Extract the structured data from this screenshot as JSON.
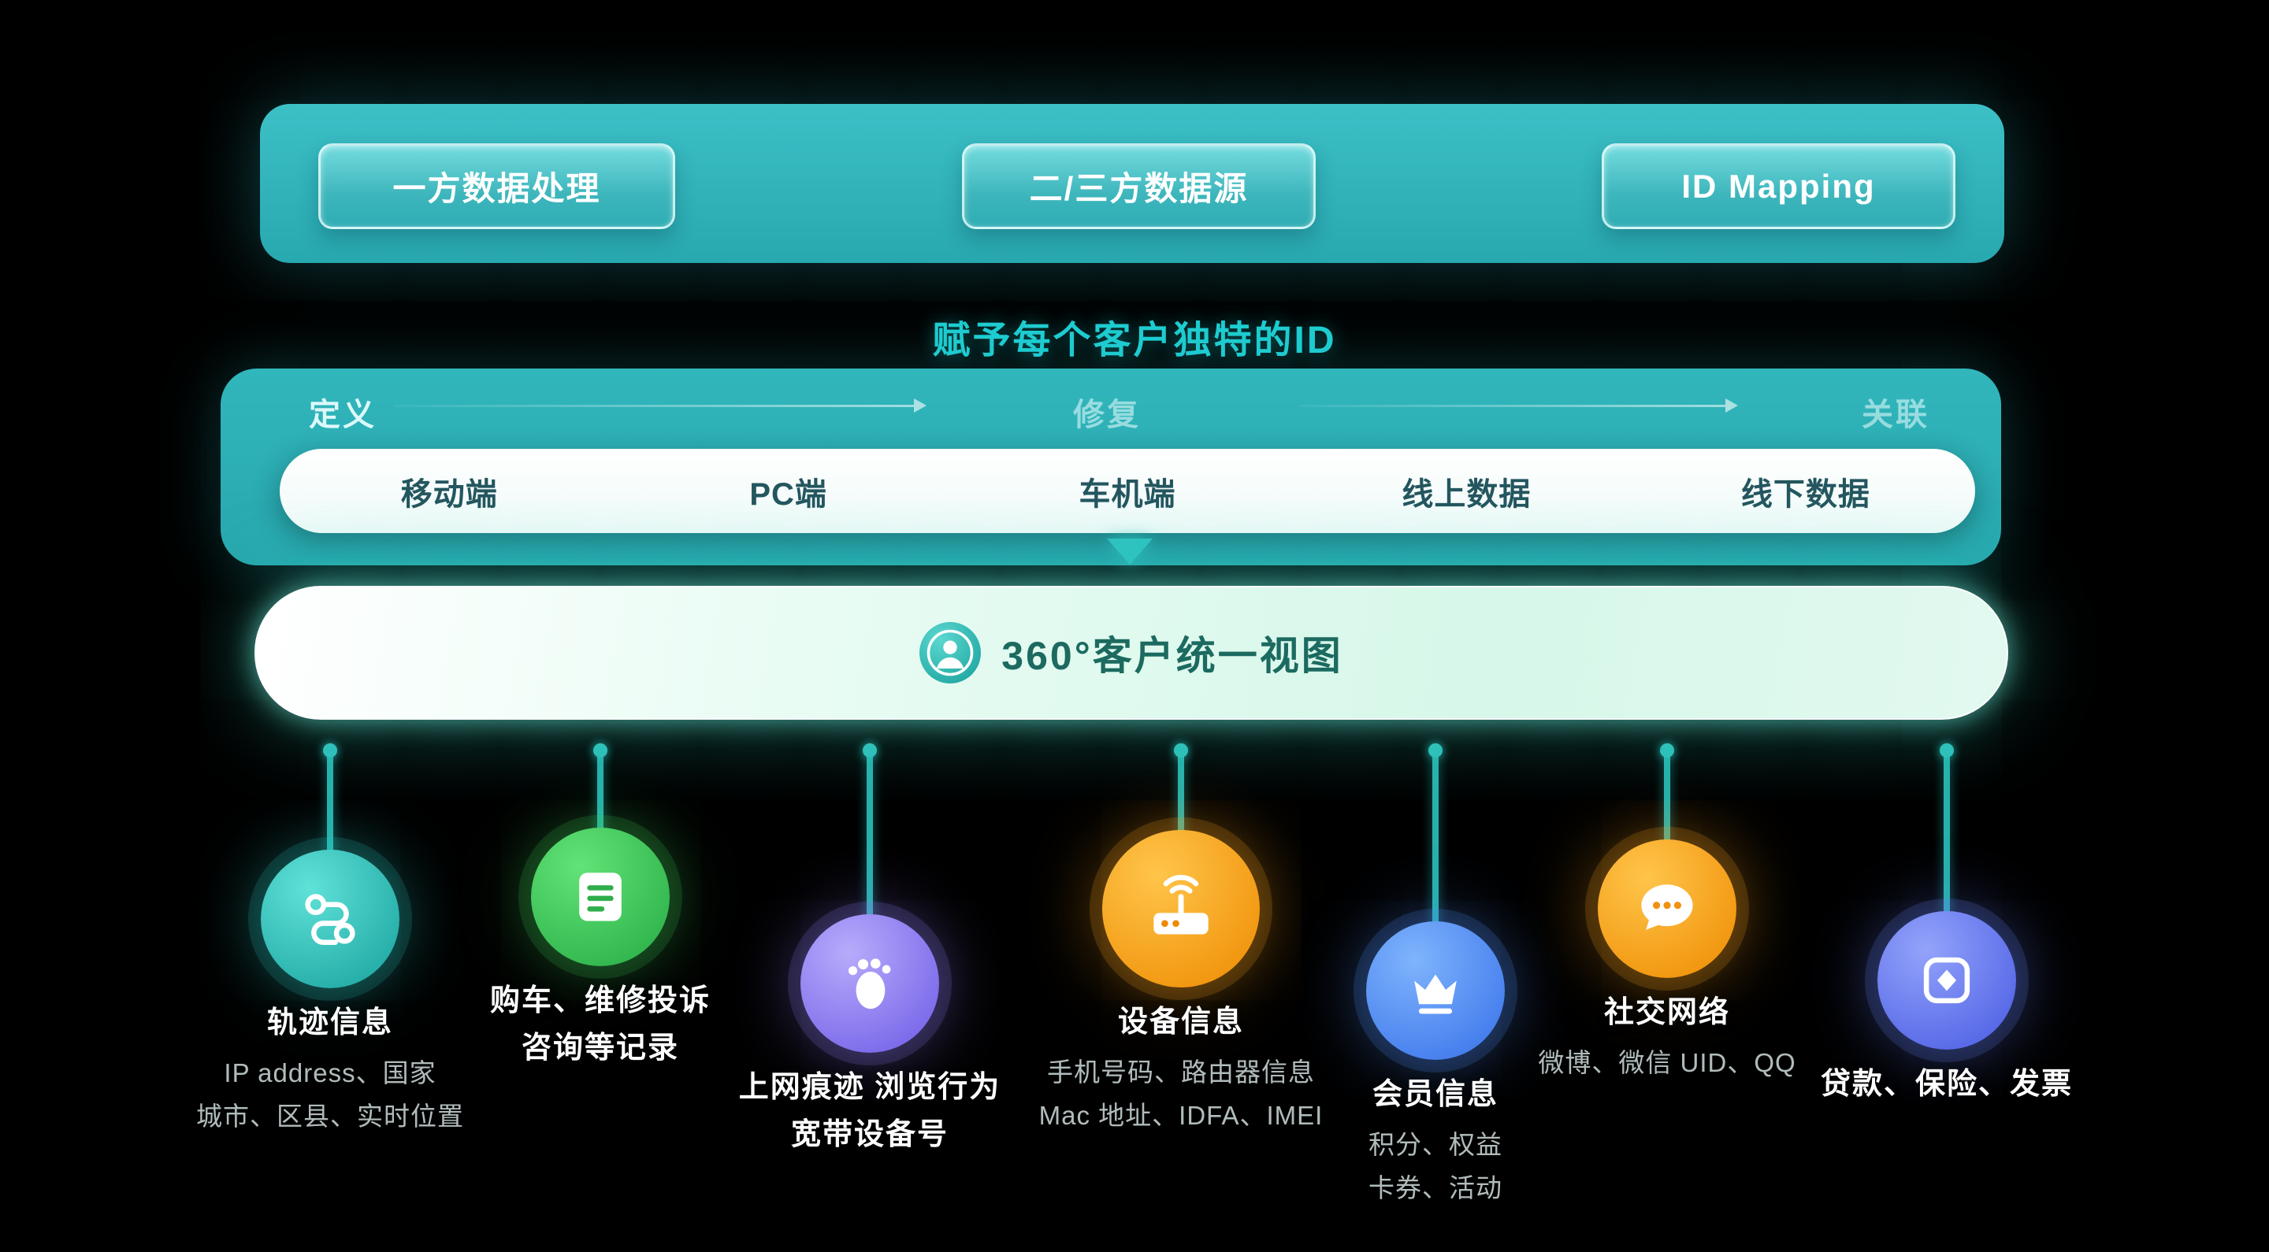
{
  "top_bar": {
    "items": [
      {
        "label": "一方数据处理"
      },
      {
        "label": "二/三方数据源"
      },
      {
        "label": "ID Mapping"
      }
    ]
  },
  "subtitle": "赋予每个客户独特的ID",
  "pipeline": {
    "stages": [
      "定义",
      "修复",
      "关联"
    ],
    "channels": [
      "移动端",
      "PC端",
      "车机端",
      "线上数据",
      "线下数据"
    ]
  },
  "unified_view": {
    "label": "360°客户统一视图",
    "icon": "user-icon"
  },
  "sources": [
    {
      "icon": "route-icon",
      "color": "teal",
      "title_lines": [
        "轨迹信息"
      ],
      "detail_lines": [
        "IP address、国家",
        "城市、区县、实时位置"
      ]
    },
    {
      "icon": "document-icon",
      "color": "green",
      "title_lines": [
        "购车、维修投诉",
        "咨询等记录"
      ],
      "detail_lines": []
    },
    {
      "icon": "footprint-icon",
      "color": "purple",
      "title_lines": [
        "上网痕迹 浏览行为",
        "宽带设备号"
      ],
      "detail_lines": []
    },
    {
      "icon": "router-icon",
      "color": "orange",
      "title_lines": [
        "设备信息"
      ],
      "detail_lines": [
        "手机号码、路由器信息",
        "Mac 地址、IDFA、IMEI"
      ]
    },
    {
      "icon": "crown-icon",
      "color": "blue",
      "title_lines": [
        "会员信息"
      ],
      "detail_lines": [
        "积分、权益",
        "卡券、活动"
      ]
    },
    {
      "icon": "chat-icon",
      "color": "orange",
      "title_lines": [
        "社交网络"
      ],
      "detail_lines": [
        "微博、微信 UID、QQ"
      ]
    },
    {
      "icon": "invoice-icon",
      "color": "indigo",
      "title_lines": [
        "贷款、保险、发票"
      ],
      "detail_lines": []
    }
  ],
  "colors": {
    "background": "#000000",
    "bar_teal": "#2fb3b9",
    "accent_cyan": "#1ecdd1",
    "view_text": "#1c6a60",
    "source_teal": "#2ac5be",
    "source_green": "#3dce5a",
    "source_purple": "#8c7cf0",
    "source_orange": "#f79e1b",
    "source_blue": "#508cf6",
    "source_indigo": "#647df5"
  }
}
